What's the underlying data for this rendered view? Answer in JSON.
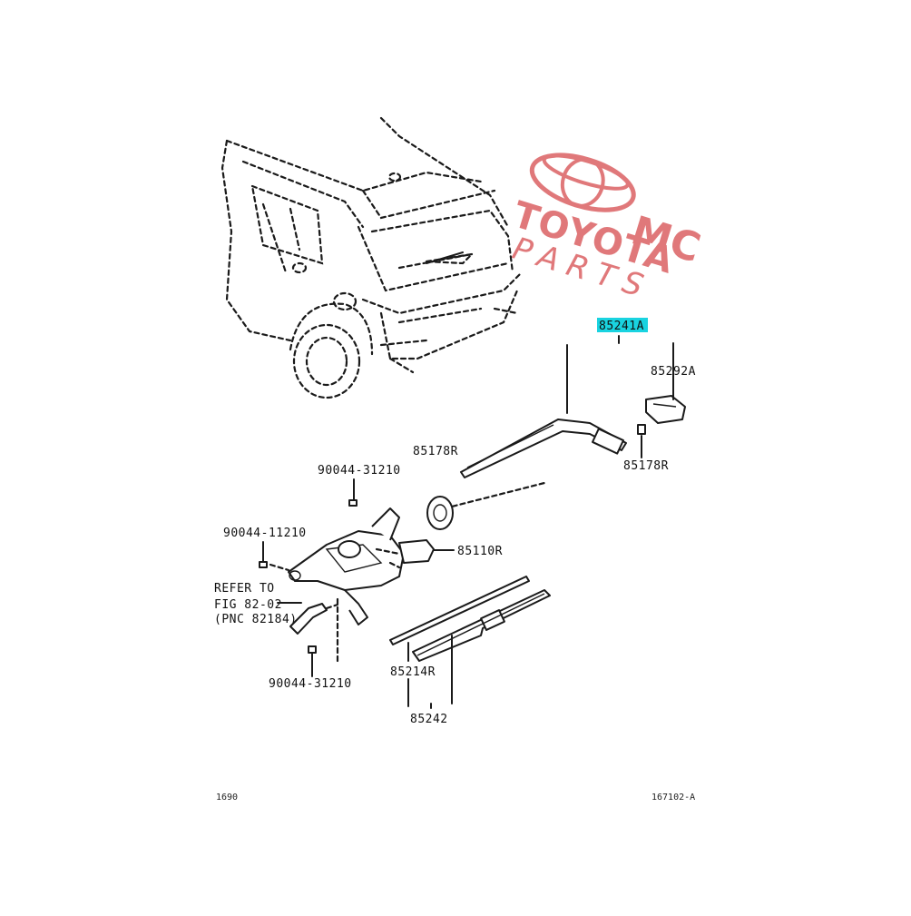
{
  "watermark": {
    "brand": "TOYOTA",
    "mc": "MC",
    "parts": "PARTS",
    "color": "#e0787a"
  },
  "highlight_color": "#19d3e0",
  "labels": {
    "p85241a": "85241A",
    "p85292a": "85292A",
    "p85178r_left": "85178R",
    "p85178r_right": "85178R",
    "p90044_top": "90044-31210",
    "p90044_left": "90044-11210",
    "p85110r": "85110R",
    "refer_line1": "REFER TO",
    "refer_line2": "FIG 82-02",
    "refer_line3": "(PNC 82184)",
    "p90044_bottom": "90044-31210",
    "p85214r": "85214R",
    "p85242": "85242"
  },
  "footer": {
    "left_code": "1690",
    "right_code": "167102-A"
  }
}
